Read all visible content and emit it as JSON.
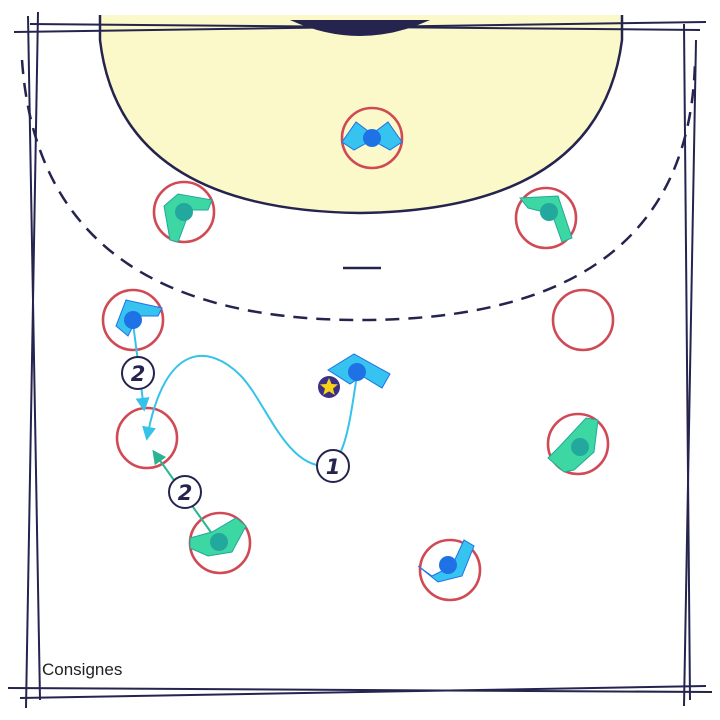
{
  "caption": "Consignes",
  "labels": {
    "step_one": "1",
    "step_two": "2"
  },
  "colors": {
    "court_line": "#24244f",
    "goal_area_fill": "#fbf8c9",
    "spot_ring": "#d04a55",
    "attacker_body": "#1f72e6",
    "attacker_arms": "#36c3ef",
    "defender_body": "#23a89d",
    "defender_arms": "#3cd7a3",
    "run_path": "#35c3ea",
    "pass_path": "#2cb38f",
    "ball_marker": "#f7d318",
    "ball_marker_bg": "#3b2f86"
  },
  "icons": {
    "ball": "star-icon",
    "attacker": "attacker-icon",
    "defender": "defender-icon"
  }
}
